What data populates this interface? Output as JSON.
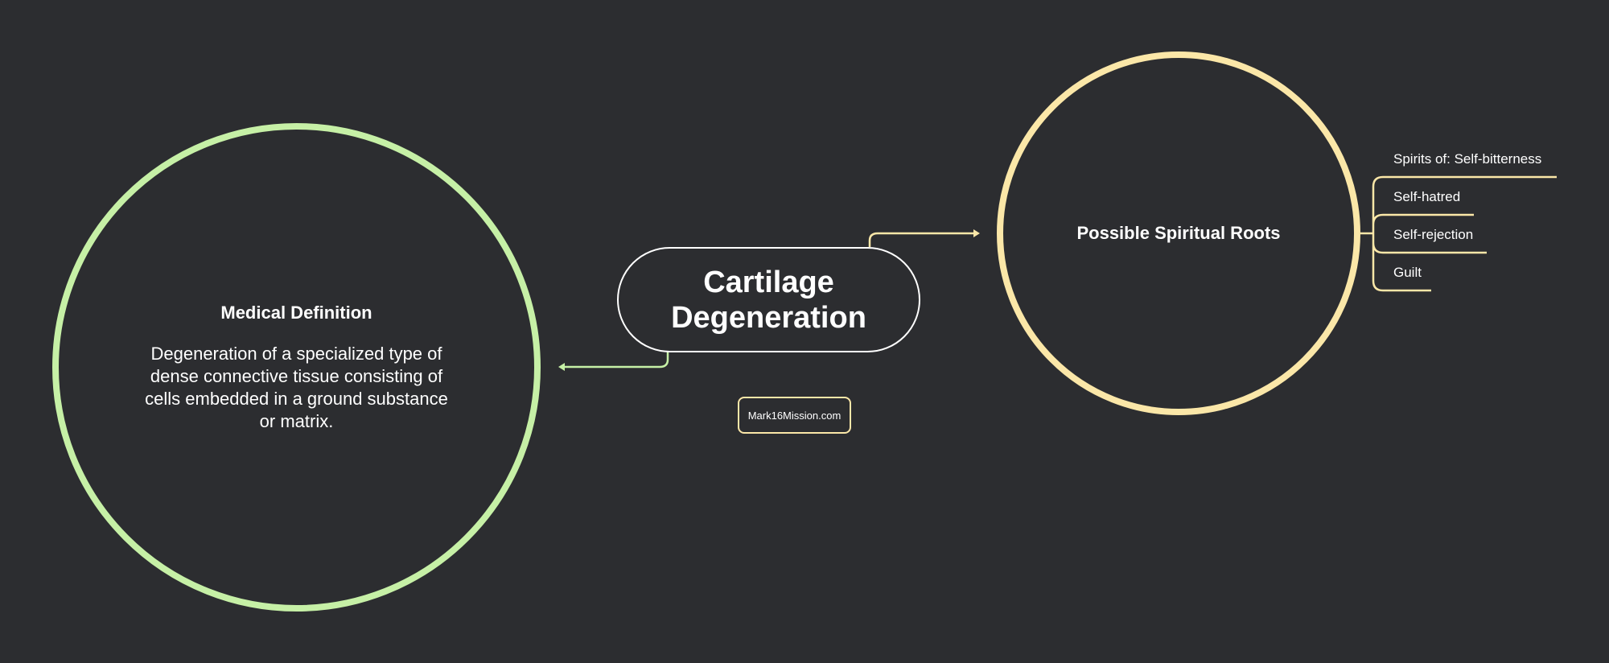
{
  "colors": {
    "background": "#2c2d30",
    "medical_branch": "#c6f0a6",
    "spiritual_branch": "#fbe7a8",
    "central_border": "#ffffff",
    "text": "#ffffff"
  },
  "central": {
    "label": "Cartilage Degeneration"
  },
  "medical": {
    "title": "Medical Definition",
    "body": "Degeneration of a specialized type of dense connective tissue consisting of cells embedded in a ground substance or matrix."
  },
  "spiritual": {
    "title": "Possible Spiritual Roots",
    "items": [
      {
        "label": "Spirits of: Self-bitterness"
      },
      {
        "label": "Self-hatred"
      },
      {
        "label": "Self-rejection"
      },
      {
        "label": "Guilt"
      }
    ]
  },
  "website": {
    "label": "Mark16Mission.com"
  }
}
